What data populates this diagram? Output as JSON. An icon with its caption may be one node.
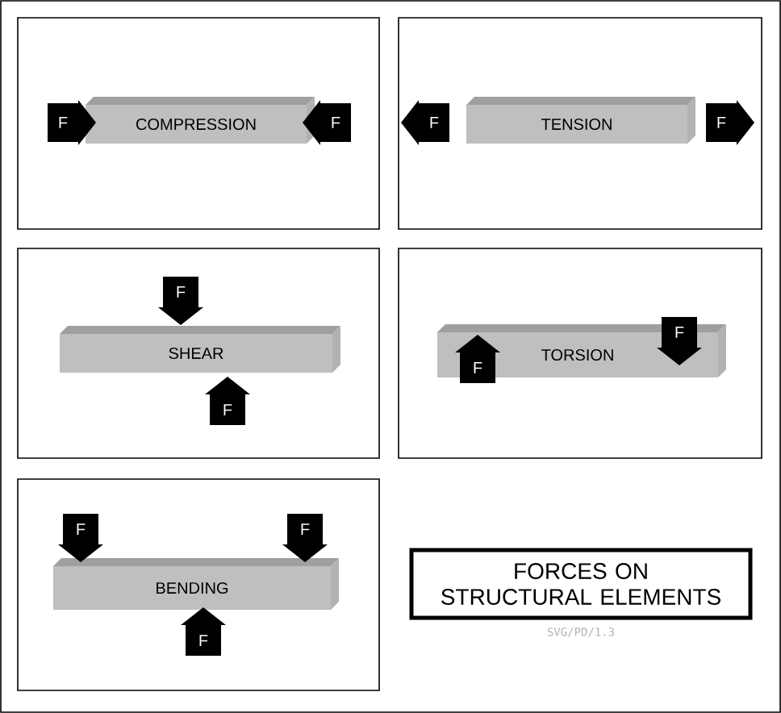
{
  "diagram": {
    "nodes": [
      {
        "text": [],
        "shape": "box"
      },
      {
        "text": [
          "COMPRESSION"
        ],
        "in": 0
      },
      {
        "text": [
          "F"
        ],
        "in": 0
      },
      {
        "text": [
          "F"
        ],
        "in": 0
      },
      {
        "text": [],
        "shape": "box"
      },
      {
        "text": [
          "TENSION"
        ],
        "in": 4
      },
      {
        "text": [
          "F"
        ],
        "in": 4
      },
      {
        "text": [
          "F"
        ],
        "in": 4
      },
      {
        "text": [],
        "shape": "box"
      },
      {
        "text": [
          "F"
        ],
        "in": 8
      },
      {
        "text": [
          "SHEAR"
        ],
        "in": 8
      },
      {
        "text": [
          "F"
        ],
        "in": 8
      },
      {
        "text": [],
        "shape": "box"
      },
      {
        "text": [
          "F"
        ],
        "in": 12
      },
      {
        "text": [
          "TORSION"
        ],
        "in": 12
      },
      {
        "text": [
          "F"
        ],
        "in": 12
      },
      {
        "text": [],
        "shape": "box"
      },
      {
        "text": [
          "F"
        ],
        "in": 16
      },
      {
        "text": [
          "F"
        ],
        "in": 16
      },
      {
        "text": [
          "BENDING"
        ],
        "in": 16
      },
      {
        "text": [
          "F"
        ],
        "in": 16
      },
      {
        "text": [
          "FORCES ON STRUCTURAL ELEMENTS"
        ]
      }
    ],
    "labels": [
      "SVG/PD/1.3"
    ]
  }
}
